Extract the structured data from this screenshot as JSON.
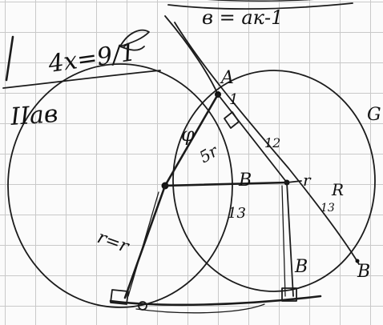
{
  "header": {
    "formula_fragment": "в = ак-1",
    "left_mark": "1",
    "scribble": "4x=9/1"
  },
  "labels": {
    "left_circle_note": "IIав",
    "point_a": "A",
    "segment_one": "1",
    "circle_g": "G",
    "angle_phi": "φ",
    "len_5r": "5r",
    "len_12": "12",
    "point_b_mid": "B",
    "r_right": "r",
    "radius_R": "R",
    "len_13_right": "13",
    "len_13_center": "13",
    "radius_note": "r=r",
    "bottom_b": "B",
    "point_b_right": "B"
  },
  "colors": {
    "ink": "#1b1b1b",
    "paper": "#fbfbfb",
    "grid": "#c9c9c9"
  }
}
